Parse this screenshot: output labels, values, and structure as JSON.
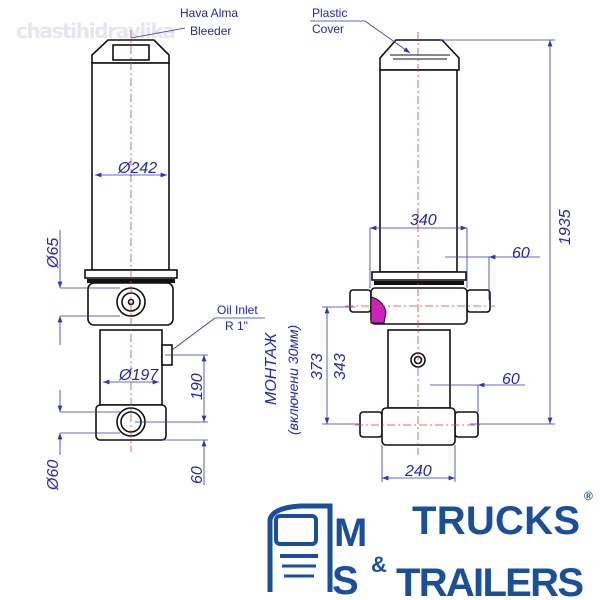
{
  "watermark": "chastihidravlika",
  "labels": {
    "bleeder_line1": "Hava Alma",
    "bleeder_line2": "Bleeder",
    "cover_line1": "Plastic",
    "cover_line2": "Cover",
    "oil_inlet_line1": "Oil Inlet",
    "oil_inlet_line2": "R 1\"",
    "mounting_line1": "МОНТАЖ",
    "mounting_line2": "(включени 30мм)"
  },
  "dimensions": {
    "tube_diameter": "Ø242",
    "pin_diameter_top": "Ø65",
    "lower_diameter": "Ø197",
    "height_190": "190",
    "bottom_60": "60",
    "pin_diameter_bottom": "Ø60",
    "width_340": "340",
    "offset_60_top": "60",
    "total_height": "1935",
    "mount_373": "373",
    "mount_343": "343",
    "offset_60_bottom": "60",
    "width_240": "240"
  },
  "logo": {
    "letter_m": "M",
    "letter_s": "S",
    "word1": "TRUCKS",
    "ampersand": "&",
    "word2": "TRAILERS",
    "registered": "®"
  },
  "colors": {
    "dimension": "#2323c8",
    "centerline": "#e04040",
    "brand": "#1a4f9c",
    "highlight": "#d020c0"
  }
}
